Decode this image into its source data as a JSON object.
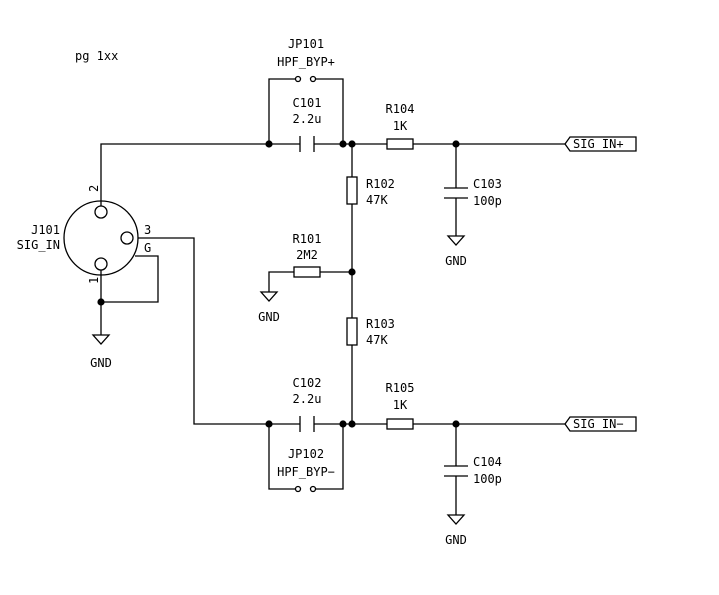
{
  "page_note": "pg 1xx",
  "connector": {
    "ref": "J101",
    "value": "SIG_IN",
    "pins": [
      "1",
      "2",
      "3",
      "G"
    ]
  },
  "jumpers": [
    {
      "ref": "JP101",
      "value": "HPF_BYP+"
    },
    {
      "ref": "JP102",
      "value": "HPF_BYP−"
    }
  ],
  "capacitors": [
    {
      "ref": "C101",
      "value": "2.2u"
    },
    {
      "ref": "C102",
      "value": "2.2u"
    },
    {
      "ref": "C103",
      "value": "100p"
    },
    {
      "ref": "C104",
      "value": "100p"
    }
  ],
  "resistors": [
    {
      "ref": "R101",
      "value": "2M2"
    },
    {
      "ref": "R102",
      "value": "47K"
    },
    {
      "ref": "R103",
      "value": "47K"
    },
    {
      "ref": "R104",
      "value": "1K"
    },
    {
      "ref": "R105",
      "value": "1K"
    }
  ],
  "ground_label": "GND",
  "net_labels": {
    "plus": "SIG_IN+",
    "minus": "SIG_IN−"
  }
}
